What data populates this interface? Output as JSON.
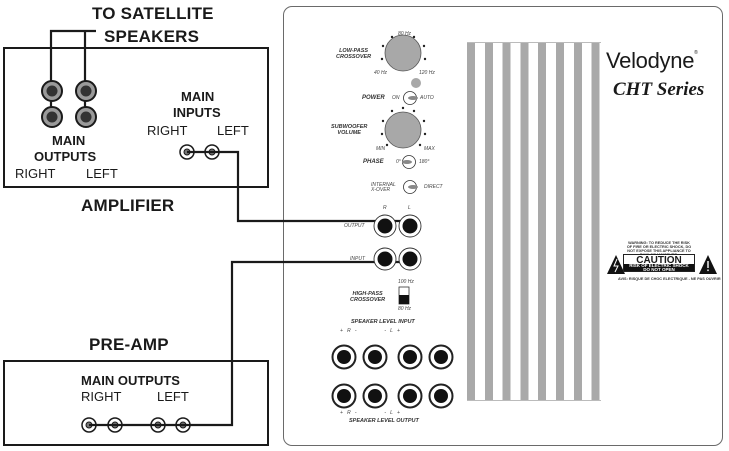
{
  "amplifier": {
    "title": "AMPLIFIER",
    "satellite_label_line1": "TO SATELLITE",
    "satellite_label_line2": "SPEAKERS",
    "main_outputs": {
      "line1": "MAIN",
      "line2": "OUTPUTS",
      "right": "RIGHT",
      "left": "LEFT"
    },
    "main_inputs": {
      "line1": "MAIN",
      "line2": "INPUTS",
      "right": "RIGHT",
      "left": "LEFT"
    }
  },
  "preamp": {
    "title": "PRE-AMP",
    "main_outputs": "MAIN OUTPUTS",
    "right": "RIGHT",
    "left": "LEFT"
  },
  "subwoofer": {
    "brand": "Velodyne",
    "brand_mark": "®",
    "series": "CHT Series",
    "low_pass": {
      "label_line1": "LOW-PASS",
      "label_line2": "CROSSOVER",
      "min": "40 Hz",
      "mid": "80 Hz",
      "max": "120 Hz"
    },
    "power": {
      "label": "POWER",
      "on": "ON",
      "auto": "AUTO"
    },
    "volume": {
      "label_line1": "SUBWOOFER",
      "label_line2": "VOLUME",
      "min": "MIN",
      "max": "MAX"
    },
    "phase": {
      "label": "PHASE",
      "a": "0°",
      "b": "180°"
    },
    "xover": {
      "label_line1": "INTERNAL",
      "label_line2": "X-OVER",
      "direct": "DIRECT"
    },
    "line_level": {
      "r": "R",
      "l": "L",
      "output": "OUTPUT",
      "input": "INPUT"
    },
    "high_pass": {
      "label_line1": "HIGH-PASS",
      "label_line2": "CROSSOVER",
      "top": "100 Hz",
      "bottom": "80 Hz"
    },
    "speaker_in": {
      "title": "SPEAKER LEVEL INPUT",
      "marks": "+   R   -                    -   L   +"
    },
    "speaker_out": {
      "title": "SPEAKER LEVEL OUTPUT",
      "marks": "+   R   -                    -   L   +"
    },
    "caution": {
      "warning_top": "WARNING: TO REDUCE THE RISK OF FIRE OR ELECTRIC SHOCK, DO NOT EXPOSE THIS APPLIANCE TO RAIN OR MOISTURE.",
      "title": "CAUTION",
      "band_line1": "RISK OF ELECTRIC SHOCK",
      "band_line2": "DO NOT OPEN",
      "warning_bottom": "AVIS: RISQUE DE CHOC ELECTRIQUE - NE PAS OUVRIR"
    }
  },
  "colors": {
    "ink": "#1a1a1a",
    "knob": "#a8a8a8",
    "stripe": "#a9a9a9",
    "panel_border": "#6a6a6a"
  }
}
